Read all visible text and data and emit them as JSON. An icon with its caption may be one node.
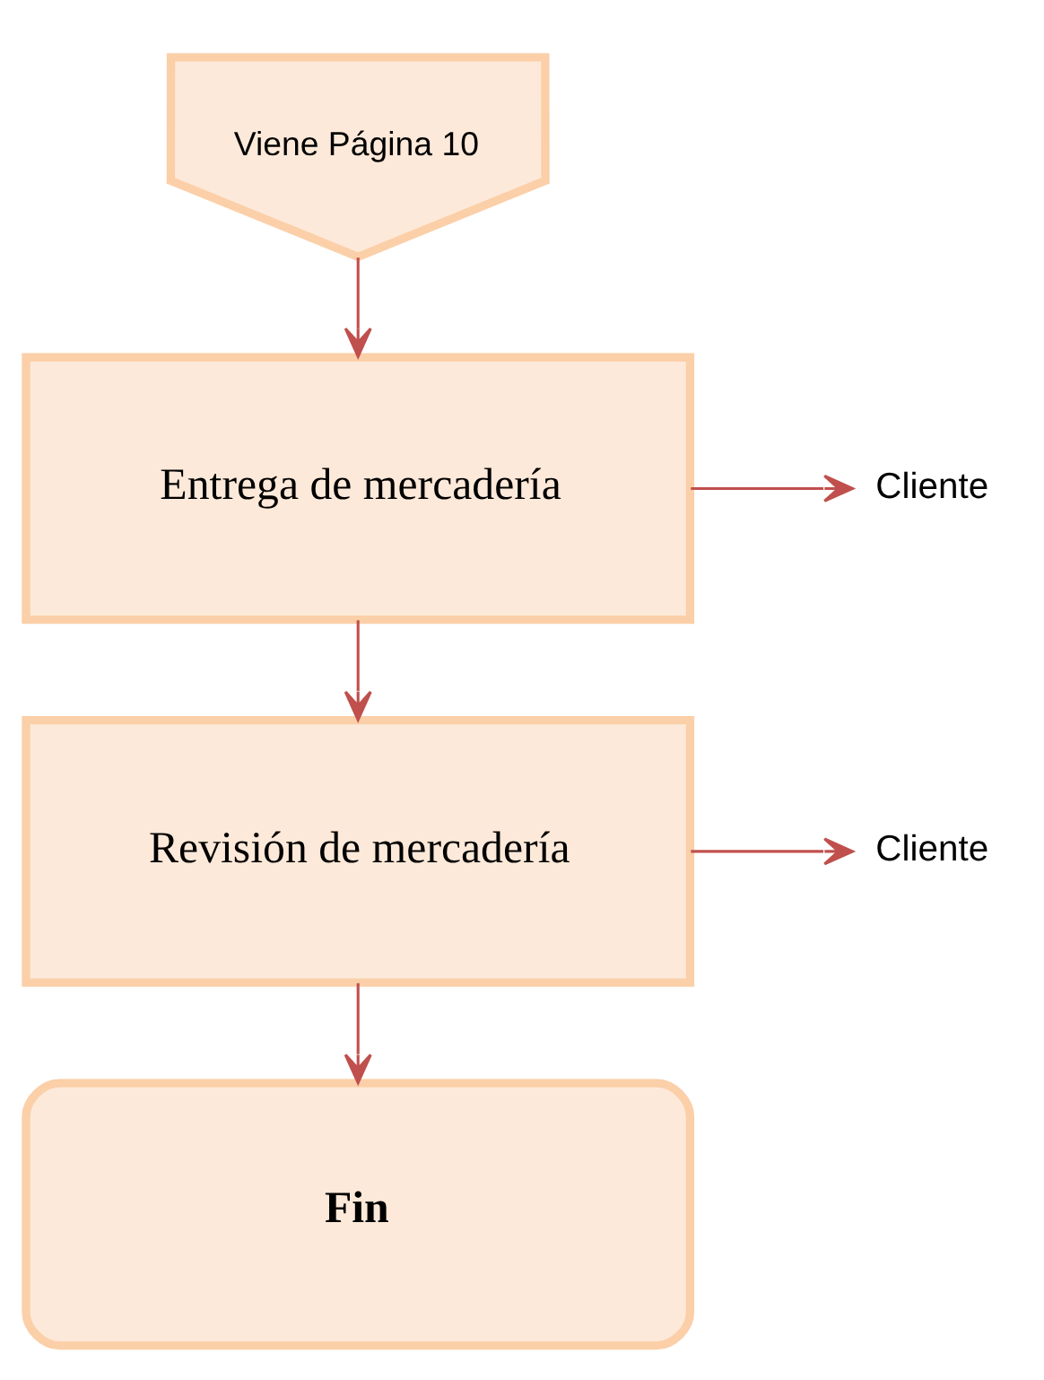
{
  "diagram": {
    "nodes": [
      {
        "text": [
          "Viene Página 10"
        ]
      },
      {
        "text": [
          "Entrega de mercadería"
        ]
      },
      {
        "text": [
          "Cliente"
        ]
      },
      {
        "text": [
          "Revisión de mercadería"
        ]
      },
      {
        "text": [
          "Cliente"
        ]
      },
      {
        "text": [
          "Fin"
        ]
      }
    ],
    "edges": [
      {
        "from": 0,
        "to": 1,
        "arrow": "to"
      },
      {
        "from": 1,
        "to": 2,
        "arrow": "to"
      },
      {
        "from": 1,
        "to": 3,
        "arrow": "to"
      },
      {
        "from": 3,
        "to": 4,
        "arrow": "to"
      },
      {
        "from": 3,
        "to": 5,
        "arrow": "to"
      }
    ]
  }
}
